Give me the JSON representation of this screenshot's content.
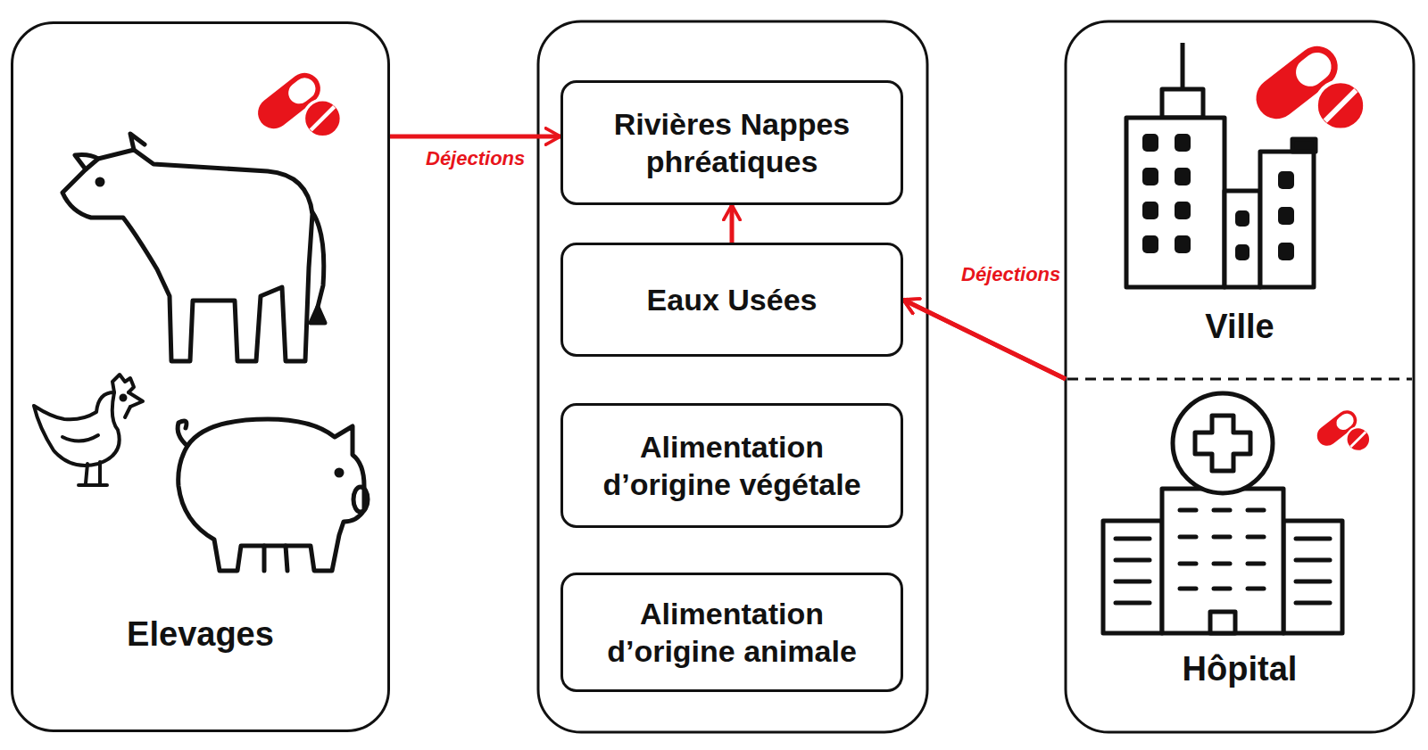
{
  "diagram": {
    "nodes": [
      {
        "text": [
          "Elevages"
        ]
      },
      {
        "text": [
          "Rivières Nappes phréatiques"
        ]
      },
      {
        "text": [
          "Eaux Usées"
        ]
      },
      {
        "text": [
          "Alimentation d’origine végétale"
        ]
      },
      {
        "text": [
          "Alimentation d’origine animale"
        ]
      },
      {
        "text": [
          "Ville"
        ]
      },
      {
        "text": [
          "Hôpital"
        ]
      }
    ],
    "edges": [
      {
        "from": 0,
        "to": 1,
        "arrow": "to",
        "label": "Déjections"
      },
      {
        "from": 5,
        "to": 2,
        "arrow": "to",
        "label": "Déjections"
      },
      {
        "from": 6,
        "to": 2,
        "arrow": "to"
      },
      {
        "from": 2,
        "to": 1,
        "arrow": "to"
      }
    ]
  }
}
